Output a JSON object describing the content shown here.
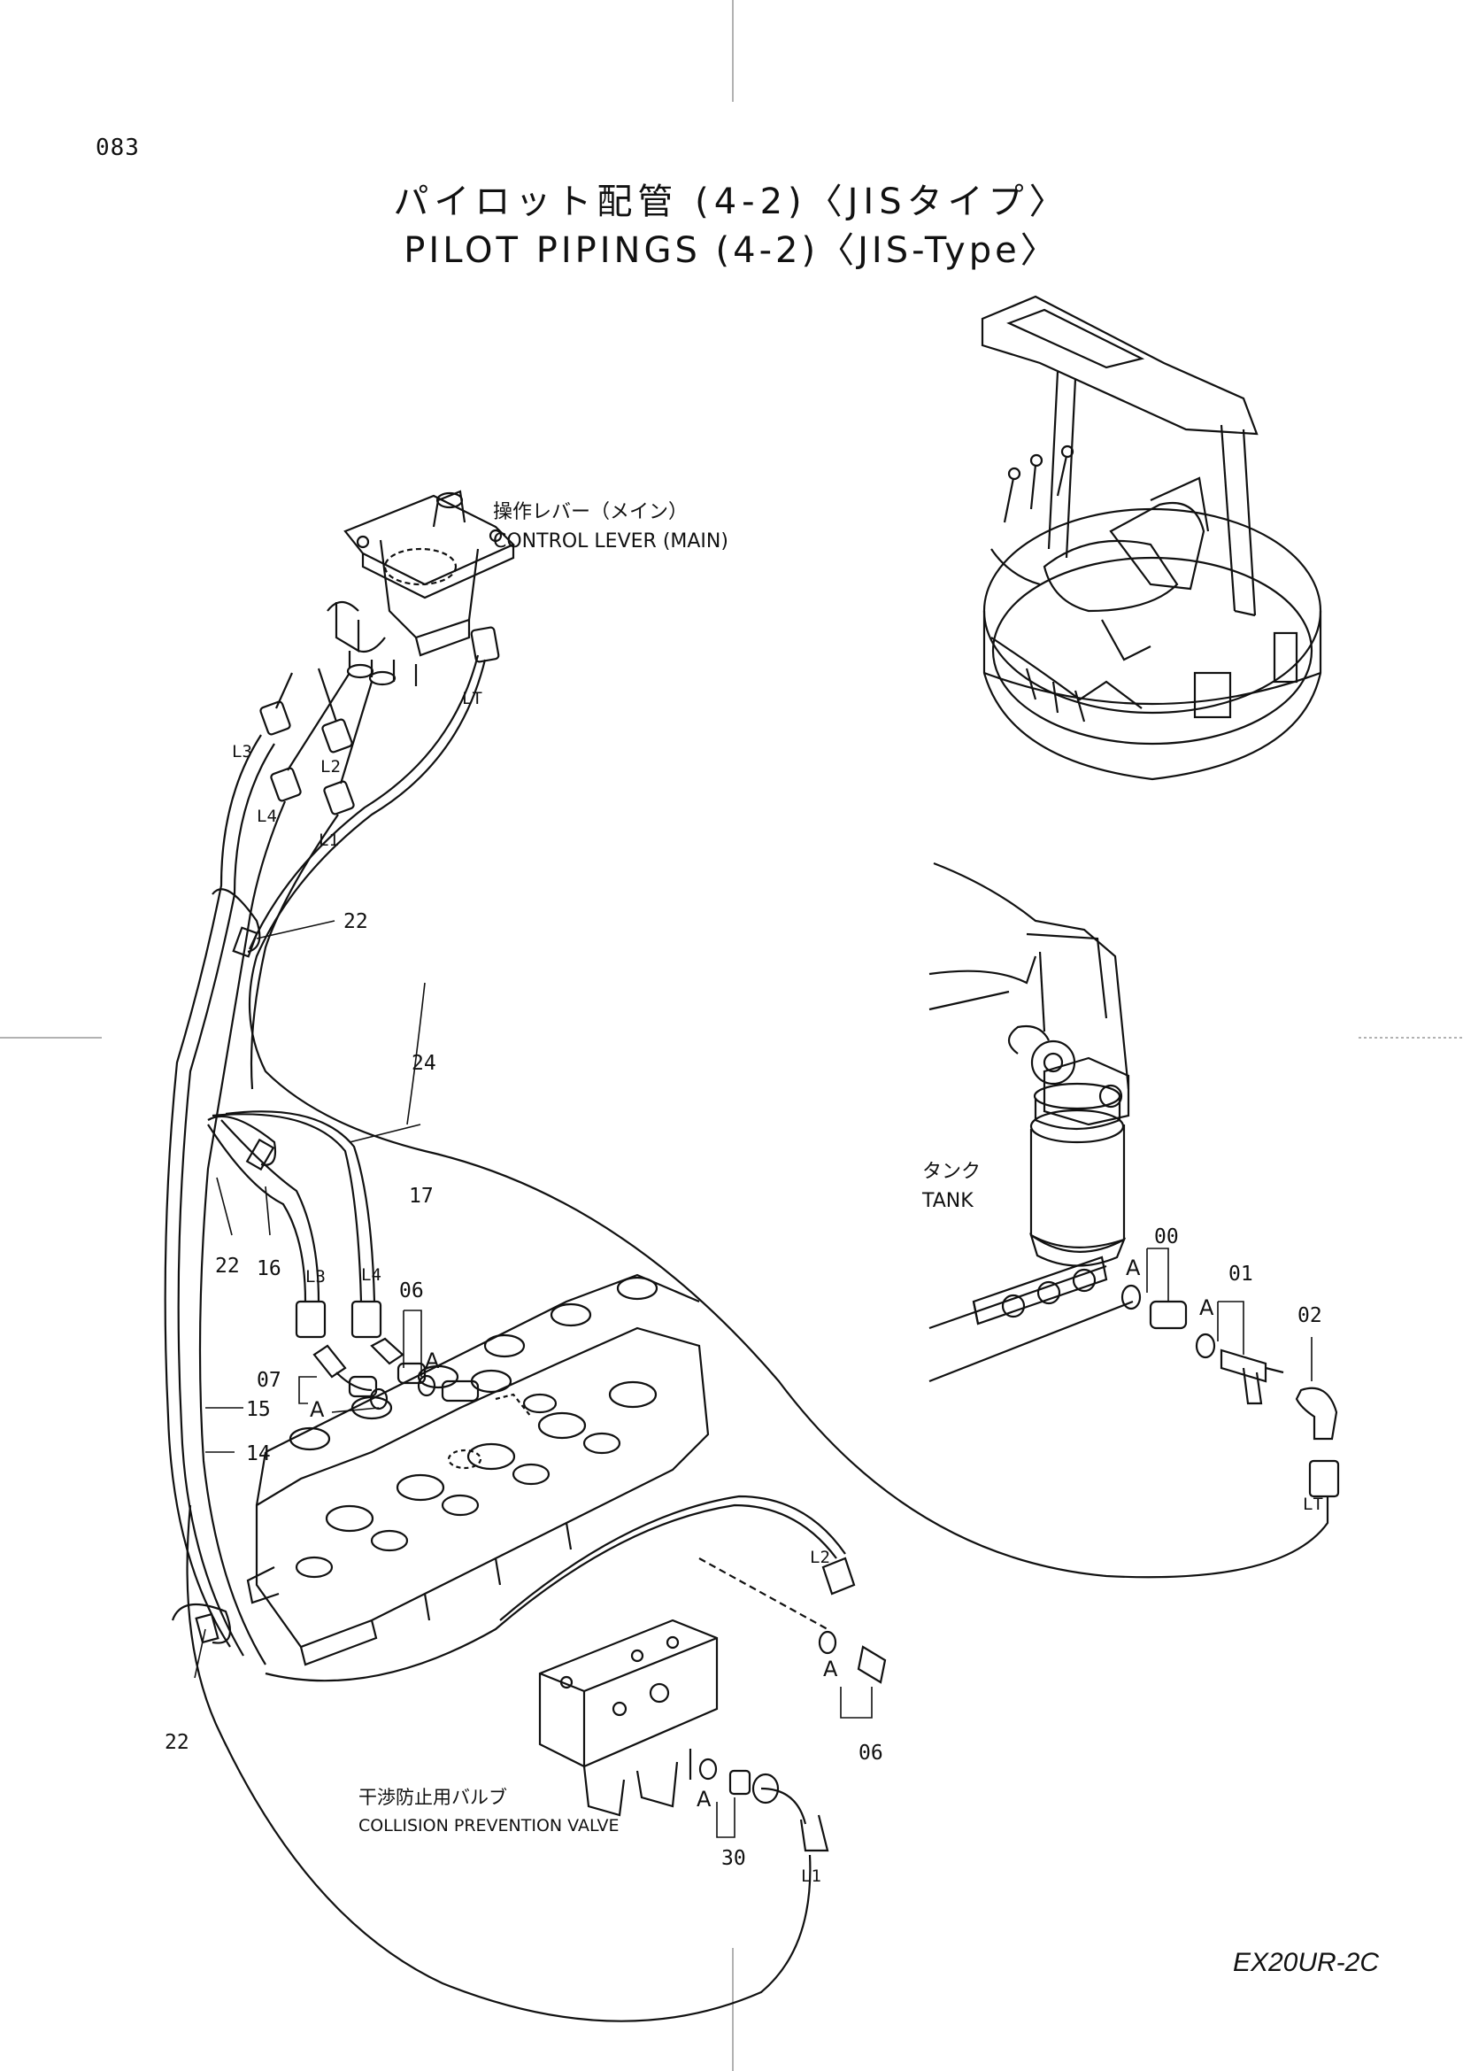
{
  "page": {
    "number": "083",
    "title_ja": "パイロット配管 (4-2)〈JISタイプ〉",
    "title_en": "PILOT PIPINGS (4-2)〈JIS-Type〉",
    "model": "EX20UR-2C"
  },
  "components": {
    "control_lever_ja": "操作レバー（メイン）",
    "control_lever_en": "CONTROL LEVER (MAIN)",
    "tank_ja": "タンク",
    "tank_en": "TANK",
    "collision_valve_ja": "干渉防止用バルブ",
    "collision_valve_en": "COLLISION PREVENTION VALVE"
  },
  "port_labels": {
    "l1": "L1",
    "l2": "L2",
    "l3": "L3",
    "l4": "L4",
    "lt": "LT"
  },
  "detail_marker": "A",
  "part_numbers": {
    "p00": "00",
    "p01": "01",
    "p02": "02",
    "p06": "06",
    "p07": "07",
    "p14": "14",
    "p15": "15",
    "p16": "16",
    "p17": "17",
    "p22": "22",
    "p24": "24",
    "p30": "30"
  }
}
